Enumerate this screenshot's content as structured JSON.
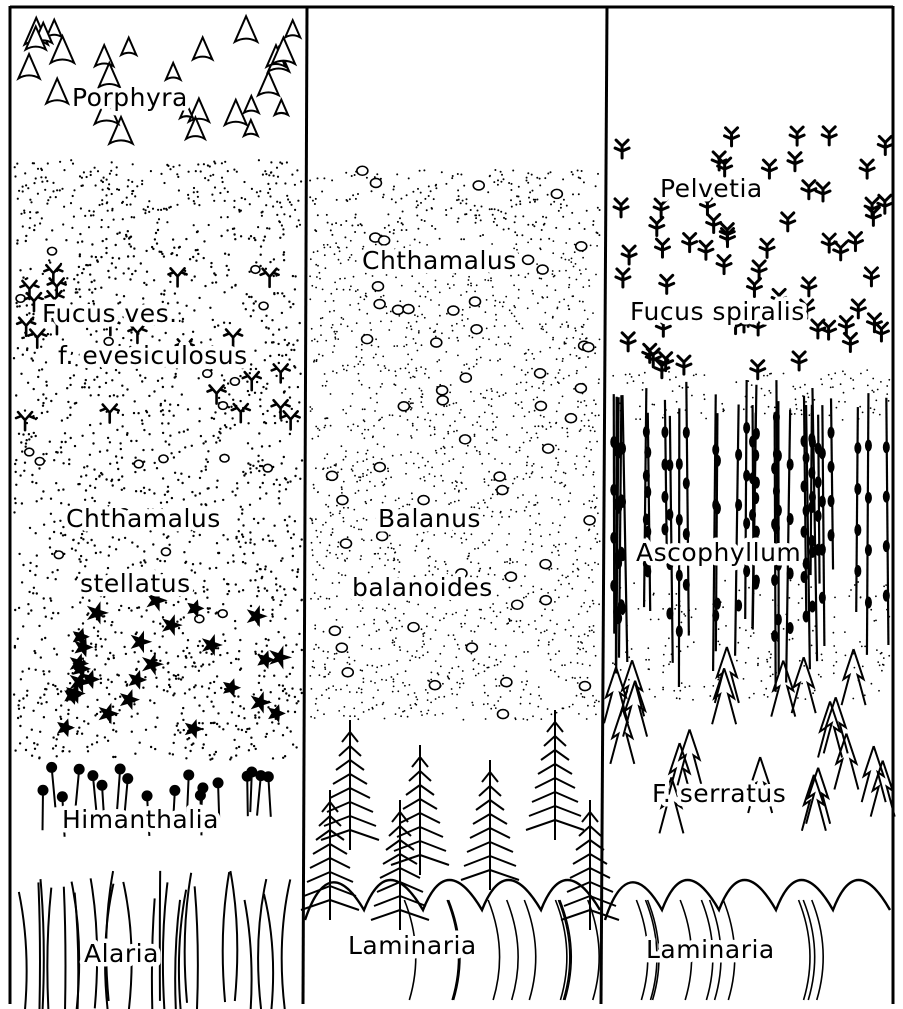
{
  "columns": [
    {
      "id": "left",
      "labels": {
        "porphyra": "Porphyra",
        "fucus_ves": "Fucus ves.",
        "f_evesiculosus": "f. evesiculosus",
        "chthamalus": "Chthamalus",
        "stellatus": "stellatus",
        "himanthalia": "Himanthalia",
        "alaria": "Alaria"
      }
    },
    {
      "id": "middle",
      "labels": {
        "chthamalus": "Chthamalus",
        "balanus": "Balanus",
        "balanoides": "balanoides",
        "laminaria": "Laminaria"
      }
    },
    {
      "id": "right",
      "labels": {
        "pelvetia": "Pelvetia",
        "fucus_spiralis": "Fucus spiralis",
        "ascophyllum": "Ascophyllum",
        "f_serratus": "F. serratus",
        "laminaria": "Laminaria"
      }
    }
  ],
  "colors": {
    "ink": "#000000",
    "paper": "#ffffff"
  }
}
